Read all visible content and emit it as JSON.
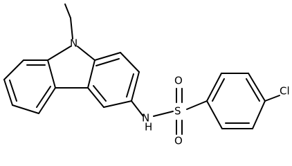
{
  "atom_labels": {
    "nitrogen_ring": "N",
    "nitrogen_amide": "N",
    "hydrogen": "H",
    "sulfur": "S",
    "oxygen_top": "O",
    "oxygen_bottom": "O",
    "chlorine": "Cl"
  },
  "colors": {
    "bonds": "#000000",
    "text": "#000000",
    "background": "#ffffff"
  }
}
